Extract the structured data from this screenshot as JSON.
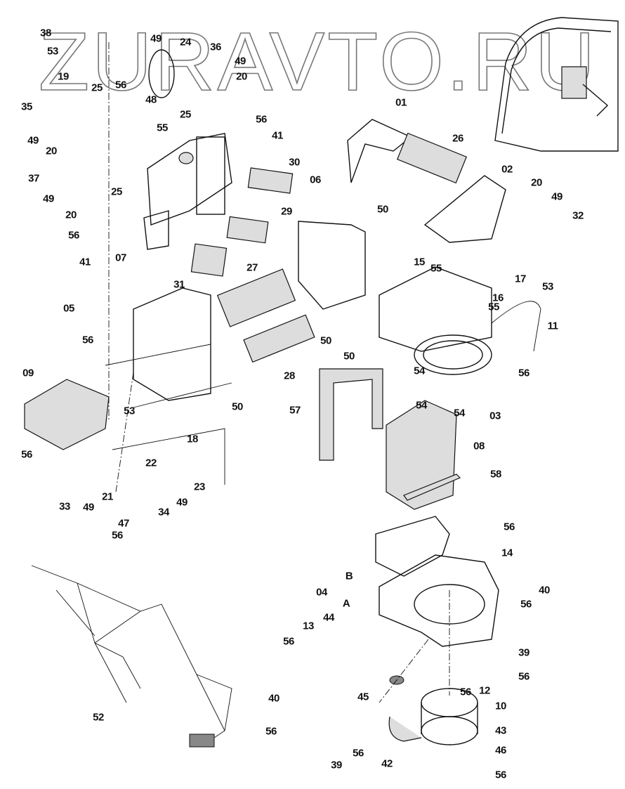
{
  "watermark": "ZURAVTO.RU",
  "diagram": {
    "part_labels": [
      "38",
      "53",
      "19",
      "56",
      "49",
      "48",
      "24",
      "36",
      "49",
      "20",
      "25",
      "25",
      "35",
      "49",
      "20",
      "56",
      "55",
      "41",
      "01",
      "26",
      "02",
      "20",
      "49",
      "32",
      "37",
      "25",
      "49",
      "30",
      "06",
      "50",
      "20",
      "56",
      "29",
      "41",
      "07",
      "15",
      "55",
      "17",
      "53",
      "16",
      "55",
      "27",
      "31",
      "05",
      "11",
      "56",
      "50",
      "50",
      "54",
      "56",
      "09",
      "54",
      "54",
      "03",
      "28",
      "50",
      "57",
      "53",
      "18",
      "56",
      "08",
      "22",
      "23",
      "58",
      "33",
      "49",
      "21",
      "49",
      "34",
      "47",
      "56",
      "56",
      "14",
      "40",
      "04",
      "B",
      "A",
      "56",
      "44",
      "13",
      "56",
      "39",
      "56",
      "12",
      "56",
      "10",
      "45",
      "40",
      "52",
      "56",
      "39",
      "56",
      "42",
      "43",
      "46",
      "56"
    ]
  }
}
